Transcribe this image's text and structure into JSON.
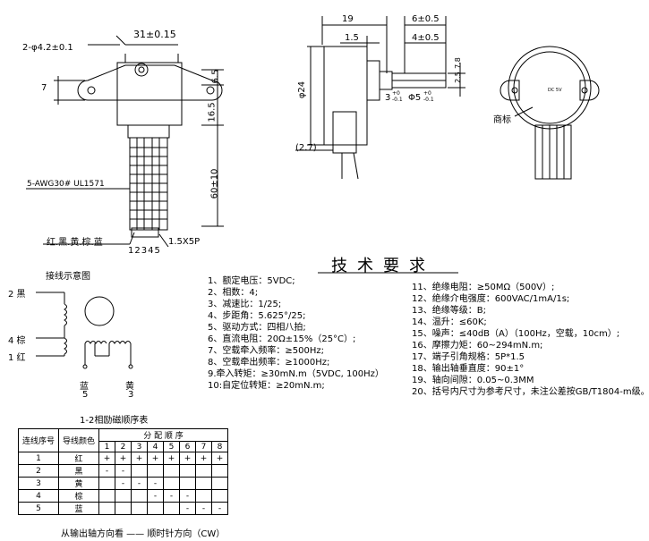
{
  "front_view": {
    "dim_width": "31±0.15",
    "dim_holes": "2-φ4.2±0.1",
    "dim_7": "7",
    "dim_6_5": "6.5",
    "dim_16_5": "16.5",
    "dim_60": "60±10",
    "cable_spec": "5-AWG30# UL1571",
    "wire_colors": "红.黑.黄.棕.蓝",
    "connector": "1.5X5P",
    "pin_numbers": "12345"
  },
  "side_view": {
    "dim_19": "19",
    "dim_6": "6±0.5",
    "dim_1_5": "1.5",
    "dim_4": "4±0.5",
    "dim_24": "φ24",
    "dim_3": "3",
    "tol_3_upper": "+0",
    "tol_3_lower": "-0.1",
    "dim_5": "Φ5",
    "tol_5_upper": "+0",
    "tol_5_lower": "-0.1",
    "dim_2_7": "(2.7)",
    "dim_r1": "7.8",
    "dim_r2": "2.5"
  },
  "iso_view": {
    "label_brand": "商标",
    "motor_text": "DC 5V"
  },
  "wiring": {
    "title": "接线示意图",
    "pin2": "2 黑",
    "pin4": "4 棕",
    "pin1": "1 红",
    "blue_label": "蓝",
    "blue_num": "5",
    "yellow_label": "黄",
    "yellow_num": "3",
    "caption": "1-2相励磁顺序表"
  },
  "spec_title": "技术要求",
  "specs_left": [
    "1、额定电压：5VDC;",
    "2、相数：4;",
    "3、减速比：1/25;",
    "4、步距角：5.625°/25;",
    "5、驱动方式：四相八拍;",
    "6、直流电阻：20Ω±15%（25°C）;",
    "7、空载牵入频率：≥500Hz;",
    "8、空载牵出频率：≥1000Hz;",
    "9.牵入转矩：≥30mN.m（5VDC, 100Hz）",
    "10:自定位转矩：≥20mN.m;"
  ],
  "specs_right": [
    "11、绝缘电阻：≥50MΩ（500V）;",
    "12、绝缘介电强度：600VAC/1mA/1s;",
    "13、绝缘等级：B;",
    "14、温升：≤60K;",
    "15、噪声：≤40dB（A）（100Hz，空载，10cm）;",
    "16、摩擦力矩：60~294mN.m;",
    "17、端子引角规格：5P*1.5",
    "18、输出轴垂直度：90±1°",
    "19、轴向间隙：0.05~0.3MM",
    "20、括号内尺寸为参考尺寸，未注公差按GB/T1804-m级。"
  ],
  "sequence_table": {
    "header_seq": "连线序号",
    "header_color": "导线颜色",
    "header_dist": "分 配 顺 序",
    "steps": [
      "1",
      "2",
      "3",
      "4",
      "5",
      "6",
      "7",
      "8"
    ],
    "rows": [
      {
        "seq": "1",
        "color": "红",
        "cells": [
          "+",
          "+",
          "+",
          "+",
          "+",
          "+",
          "+",
          "+"
        ]
      },
      {
        "seq": "2",
        "color": "黑",
        "cells": [
          "-",
          "-",
          "",
          "",
          "",
          "",
          "",
          ""
        ]
      },
      {
        "seq": "3",
        "color": "黄",
        "cells": [
          "",
          "-",
          "-",
          "-",
          "",
          "",
          "",
          ""
        ]
      },
      {
        "seq": "4",
        "color": "棕",
        "cells": [
          "",
          "",
          "",
          "-",
          "-",
          "-",
          "",
          ""
        ]
      },
      {
        "seq": "5",
        "color": "蓝",
        "cells": [
          "",
          "",
          "",
          "",
          "",
          "-",
          "-",
          "-"
        ]
      }
    ]
  },
  "footer_note": "从输出轴方向看 —— 顺时针方向（CW）"
}
